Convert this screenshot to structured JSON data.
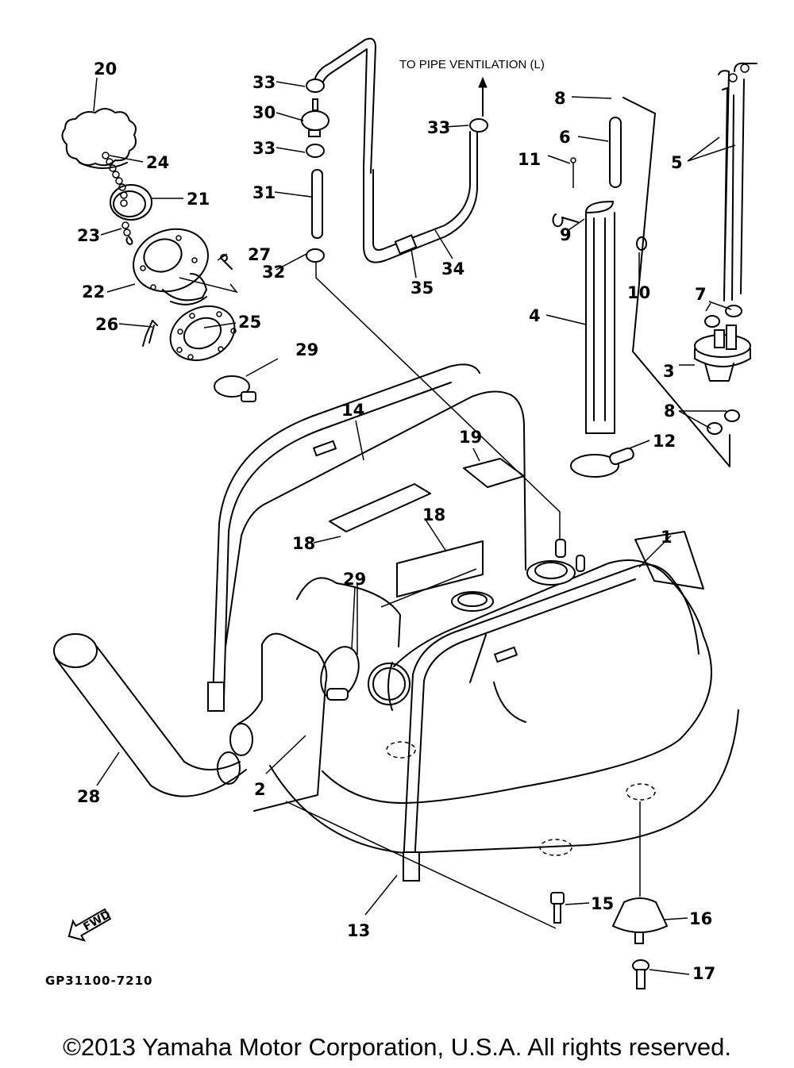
{
  "diagram": {
    "title": "Yamaha fuel tank exploded parts diagram",
    "drawing_code": "GP31100-7210",
    "annotation": "TO PIPE VENTILATION (L)",
    "direction_marker": "FWD",
    "copyright": "©2013 Yamaha Motor Corporation, U.S.A. All rights reserved.",
    "callouts": {
      "c1": "1",
      "c2": "2",
      "c3": "3",
      "c4": "4",
      "c5": "5",
      "c6": "6",
      "c7": "7",
      "c8a": "8",
      "c8b": "8",
      "c9": "9",
      "c10": "10",
      "c11": "11",
      "c12": "12",
      "c13": "13",
      "c14": "14",
      "c15": "15",
      "c16": "16",
      "c17": "17",
      "c18a": "18",
      "c18b": "18",
      "c19": "19",
      "c20": "20",
      "c21": "21",
      "c22": "22",
      "c23": "23",
      "c24": "24",
      "c25": "25",
      "c26": "26",
      "c27": "27",
      "c28": "28",
      "c29a": "29",
      "c29b": "29",
      "c30": "30",
      "c31": "31",
      "c32": "32",
      "c33a": "33",
      "c33b": "33",
      "c33c": "33",
      "c34": "34",
      "c35": "35"
    }
  }
}
